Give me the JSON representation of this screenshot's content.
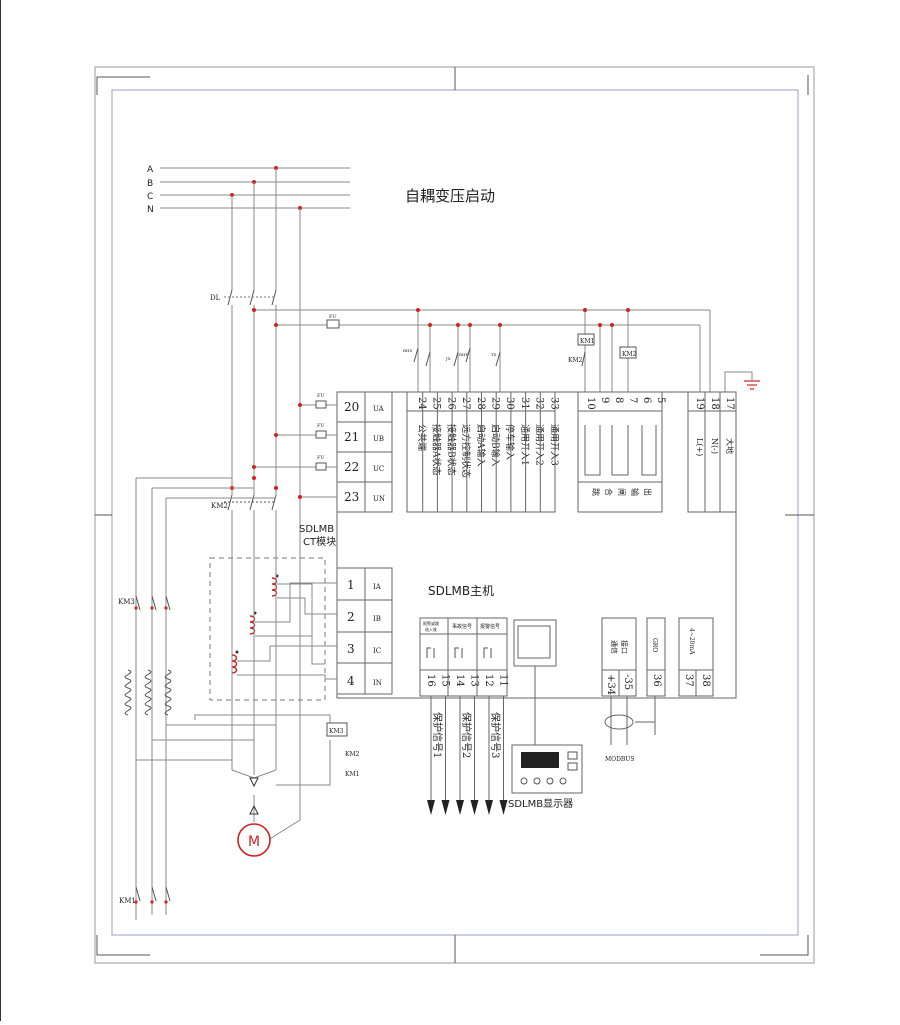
{
  "title": "自耦变压启动",
  "bus_labels": [
    "A",
    "B",
    "C",
    "N"
  ],
  "labels": {
    "dl": "DL",
    "km1": "KM1",
    "km2": "KM2",
    "km3": "KM3",
    "fu": "FU",
    "motor": "M",
    "ct_module": [
      "SDLMB",
      "CT模块"
    ],
    "host": "SDLMB主机",
    "display": "SDLMB显示器",
    "modbus": "MODBUS"
  },
  "voltage_terminals": [
    {
      "num": "20",
      "name": "UA"
    },
    {
      "num": "21",
      "name": "UB"
    },
    {
      "num": "22",
      "name": "UC"
    },
    {
      "num": "23",
      "name": "UN"
    }
  ],
  "current_terminals": [
    {
      "num": "1",
      "name": "IA"
    },
    {
      "num": "2",
      "name": "IB"
    },
    {
      "num": "3",
      "name": "IC"
    },
    {
      "num": "4",
      "name": "IN"
    }
  ],
  "input_terminals": [
    {
      "num": "24",
      "name": "公共端"
    },
    {
      "num": "25",
      "name": "接触器A状态"
    },
    {
      "num": "26",
      "name": "接触器B状态"
    },
    {
      "num": "27",
      "name": "远方控制状态"
    },
    {
      "num": "28",
      "name": "启动A输入"
    },
    {
      "num": "29",
      "name": "启动B输入"
    },
    {
      "num": "30",
      "name": "停车输入"
    },
    {
      "num": "31",
      "name": "通用开入1"
    },
    {
      "num": "32",
      "name": "通用开入2"
    },
    {
      "num": "33",
      "name": "通用开入3"
    }
  ],
  "input_switch_labels": [
    "RHS",
    "JX",
    "RHP",
    "TX"
  ],
  "relay_terminals": [
    "10",
    "9",
    "8",
    "7",
    "6",
    "5"
  ],
  "relay_labels": [
    "跳",
    "合",
    "闸",
    "输",
    "出"
  ],
  "power_terminals": [
    {
      "num": "19",
      "name": "L(+)"
    },
    {
      "num": "18",
      "name": "N(-)"
    },
    {
      "num": "17",
      "name": "大地"
    }
  ],
  "signal_headers": [
    "报警或跳\n选入堆",
    "事故信号",
    "报警信号"
  ],
  "signal_terminals": [
    "16",
    "15",
    "14",
    "13",
    "12",
    "11"
  ],
  "protection_signals": [
    "保护信号1",
    "保护信号2",
    "保护信号3"
  ],
  "comm_terminals": [
    {
      "num": "+34",
      "label": ""
    },
    {
      "num": "-35",
      "label": ""
    },
    {
      "num": "36",
      "label": ""
    },
    {
      "num": "37",
      "label": ""
    },
    {
      "num": "38",
      "label": ""
    }
  ],
  "comm_header": "通信接口",
  "gro_label": "GRO",
  "analog_label": "4~20mA"
}
